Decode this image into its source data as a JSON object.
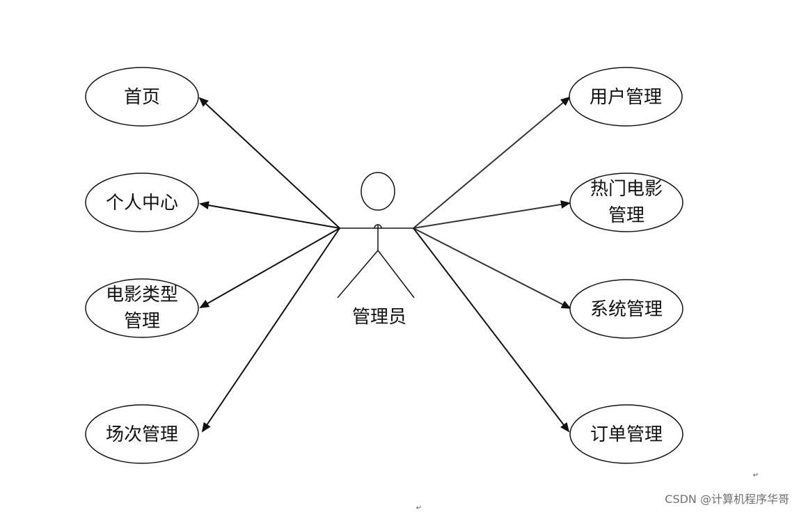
{
  "diagram": {
    "type": "use-case",
    "actor": {
      "label": "管理员"
    },
    "left_use_cases": [
      {
        "lines": [
          "首页"
        ]
      },
      {
        "lines": [
          "个人中心"
        ]
      },
      {
        "lines": [
          "电影类型",
          "管理"
        ]
      },
      {
        "lines": [
          "场次管理"
        ]
      }
    ],
    "right_use_cases": [
      {
        "lines": [
          "用户管理"
        ]
      },
      {
        "lines": [
          "热门电影",
          "管理"
        ]
      },
      {
        "lines": [
          "系统管理"
        ]
      },
      {
        "lines": [
          "订单管理"
        ]
      }
    ],
    "paragraph_marks": [
      "↵",
      "↵"
    ]
  },
  "watermark": "CSDN @计算机程序华哥",
  "colors": {
    "stroke": "#111111",
    "text": "#111111",
    "watermark": "#6f6f6f"
  }
}
